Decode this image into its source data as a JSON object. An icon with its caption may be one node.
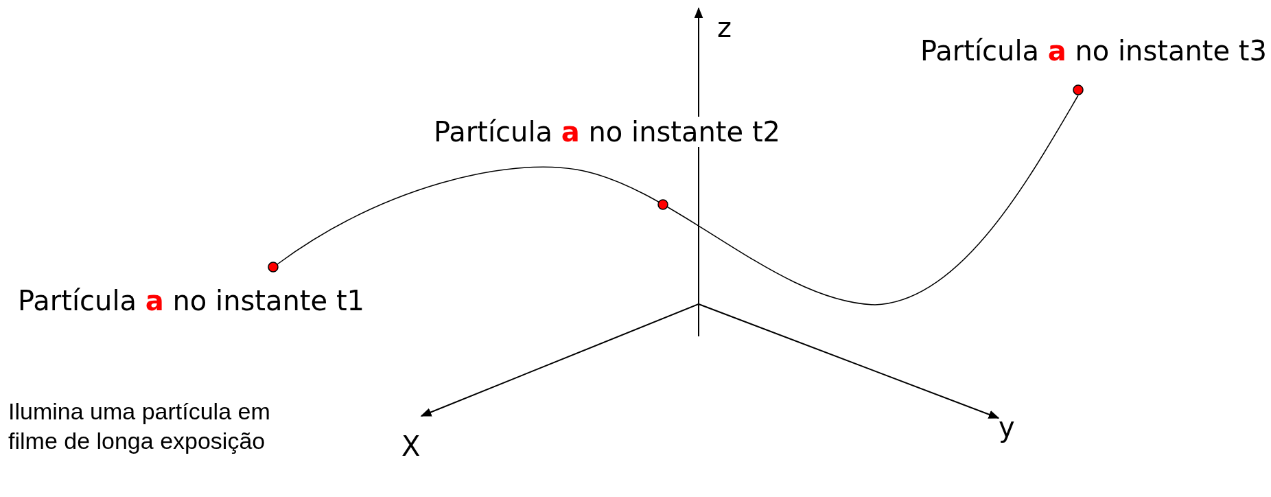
{
  "diagram": {
    "labels": [
      "z",
      "Partícula **a** no instante t3",
      "Partícula **a** no instante t2",
      "Partícula **a** no instante t1",
      "Ilumina uma partícula em filme de longa exposição",
      "X",
      "y"
    ]
  }
}
